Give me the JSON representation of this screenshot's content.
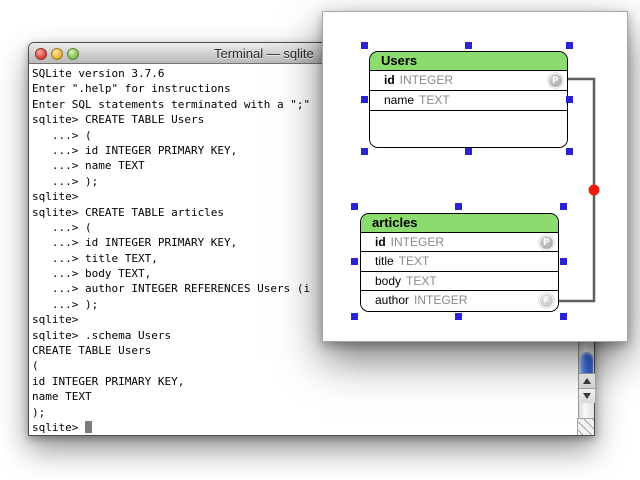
{
  "terminal": {
    "title": "Terminal — sqlite",
    "window_controls": [
      "close",
      "minimize",
      "zoom"
    ],
    "lines": [
      "SQLite version 3.7.6",
      "Enter \".help\" for instructions",
      "Enter SQL statements terminated with a \";\"",
      "sqlite> CREATE TABLE Users",
      "   ...> (",
      "   ...> id INTEGER PRIMARY KEY,",
      "   ...> name TEXT",
      "   ...> );",
      "sqlite> ",
      "sqlite> CREATE TABLE articles",
      "   ...> (",
      "   ...> id INTEGER PRIMARY KEY,",
      "   ...> title TEXT,",
      "   ...> body TEXT,",
      "   ...> author INTEGER REFERENCES Users (i",
      "   ...> );",
      "sqlite> ",
      "sqlite> .schema Users",
      "CREATE TABLE Users",
      "(",
      "id INTEGER PRIMARY KEY,",
      "name TEXT",
      ");",
      "sqlite> "
    ],
    "cursor": "block"
  },
  "diagram": {
    "tables": [
      {
        "name": "Users",
        "fields": [
          {
            "name": "id",
            "type": "INTEGER",
            "badge": "P"
          },
          {
            "name": "name",
            "type": "TEXT",
            "badge": ""
          }
        ]
      },
      {
        "name": "articles",
        "fields": [
          {
            "name": "id",
            "type": "INTEGER",
            "badge": "P"
          },
          {
            "name": "title",
            "type": "TEXT",
            "badge": ""
          },
          {
            "name": "body",
            "type": "TEXT",
            "badge": ""
          },
          {
            "name": "author",
            "type": "INTEGER",
            "badge": "F"
          }
        ]
      }
    ],
    "relation": {
      "from": "articles.author",
      "to": "Users.id"
    },
    "colors": {
      "table_header_green": "#8cdb6e",
      "selection_handle_blue": "#2a22d5",
      "connector_gray": "#5f5f5f",
      "relation_dot_red": "#ee1b11",
      "badge_gray": "#a8a8a8",
      "field_type_gray": "#8a8a8a",
      "scroll_thumb_blue": "#3f6ee2"
    }
  }
}
